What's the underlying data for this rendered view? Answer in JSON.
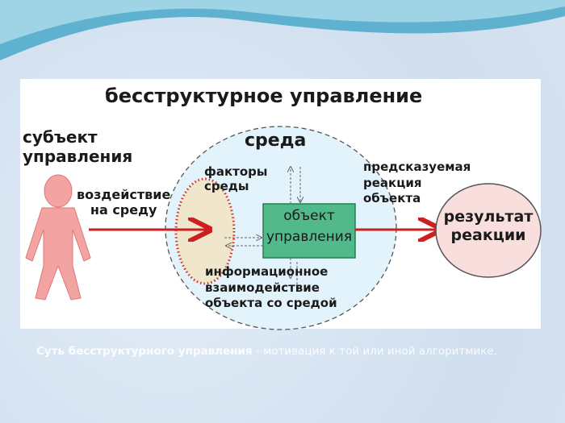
{
  "title": "бесструктурное управление",
  "subject_label": [
    "субъект",
    "управления"
  ],
  "action_label": [
    "воздействие",
    "на среду"
  ],
  "environment_label": "среда",
  "factors_label": [
    "факторы",
    "среды"
  ],
  "object_box": [
    "объект",
    "управления"
  ],
  "info_label": [
    "информационное",
    "взаимодействие",
    "объекта со средой"
  ],
  "prediction_label": [
    "предсказуемая",
    "реакция",
    "объекта"
  ],
  "result_label": [
    "результат",
    "реакции"
  ],
  "caption": {
    "bold": "Суть бесструктурного управления",
    "rest": " - мотивация к той или иной алгоритмике."
  },
  "colors": {
    "arrow": "#cc1f1f",
    "box": "#52b98a",
    "person": "#f4a3a3",
    "result": "#f9dede",
    "environment": "#e3f3fb",
    "factors": "#efe6cc"
  }
}
